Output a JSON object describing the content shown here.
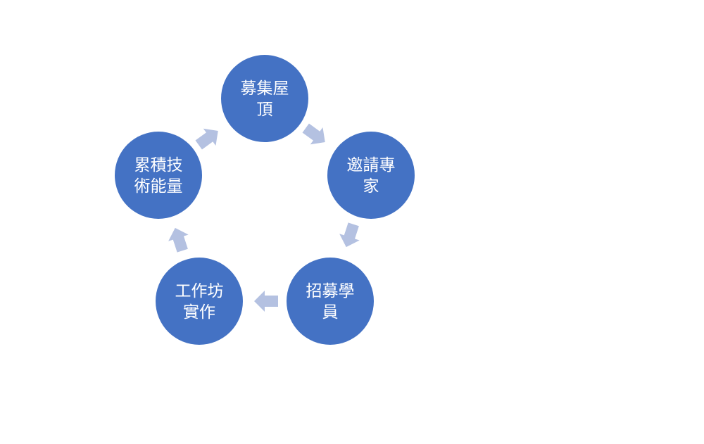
{
  "diagram": {
    "type": "cycle",
    "colors": {
      "node": "#4472C4",
      "arrow": "#B4C1E1",
      "text": "#FFFFFF"
    },
    "nodes": [
      {
        "lines": [
          "募集屋",
          "頂"
        ]
      },
      {
        "lines": [
          "邀請專",
          "家"
        ]
      },
      {
        "lines": [
          "招募學",
          "員"
        ]
      },
      {
        "lines": [
          "工作坊",
          "實作"
        ]
      },
      {
        "lines": [
          "累積技",
          "術能量"
        ]
      }
    ]
  }
}
